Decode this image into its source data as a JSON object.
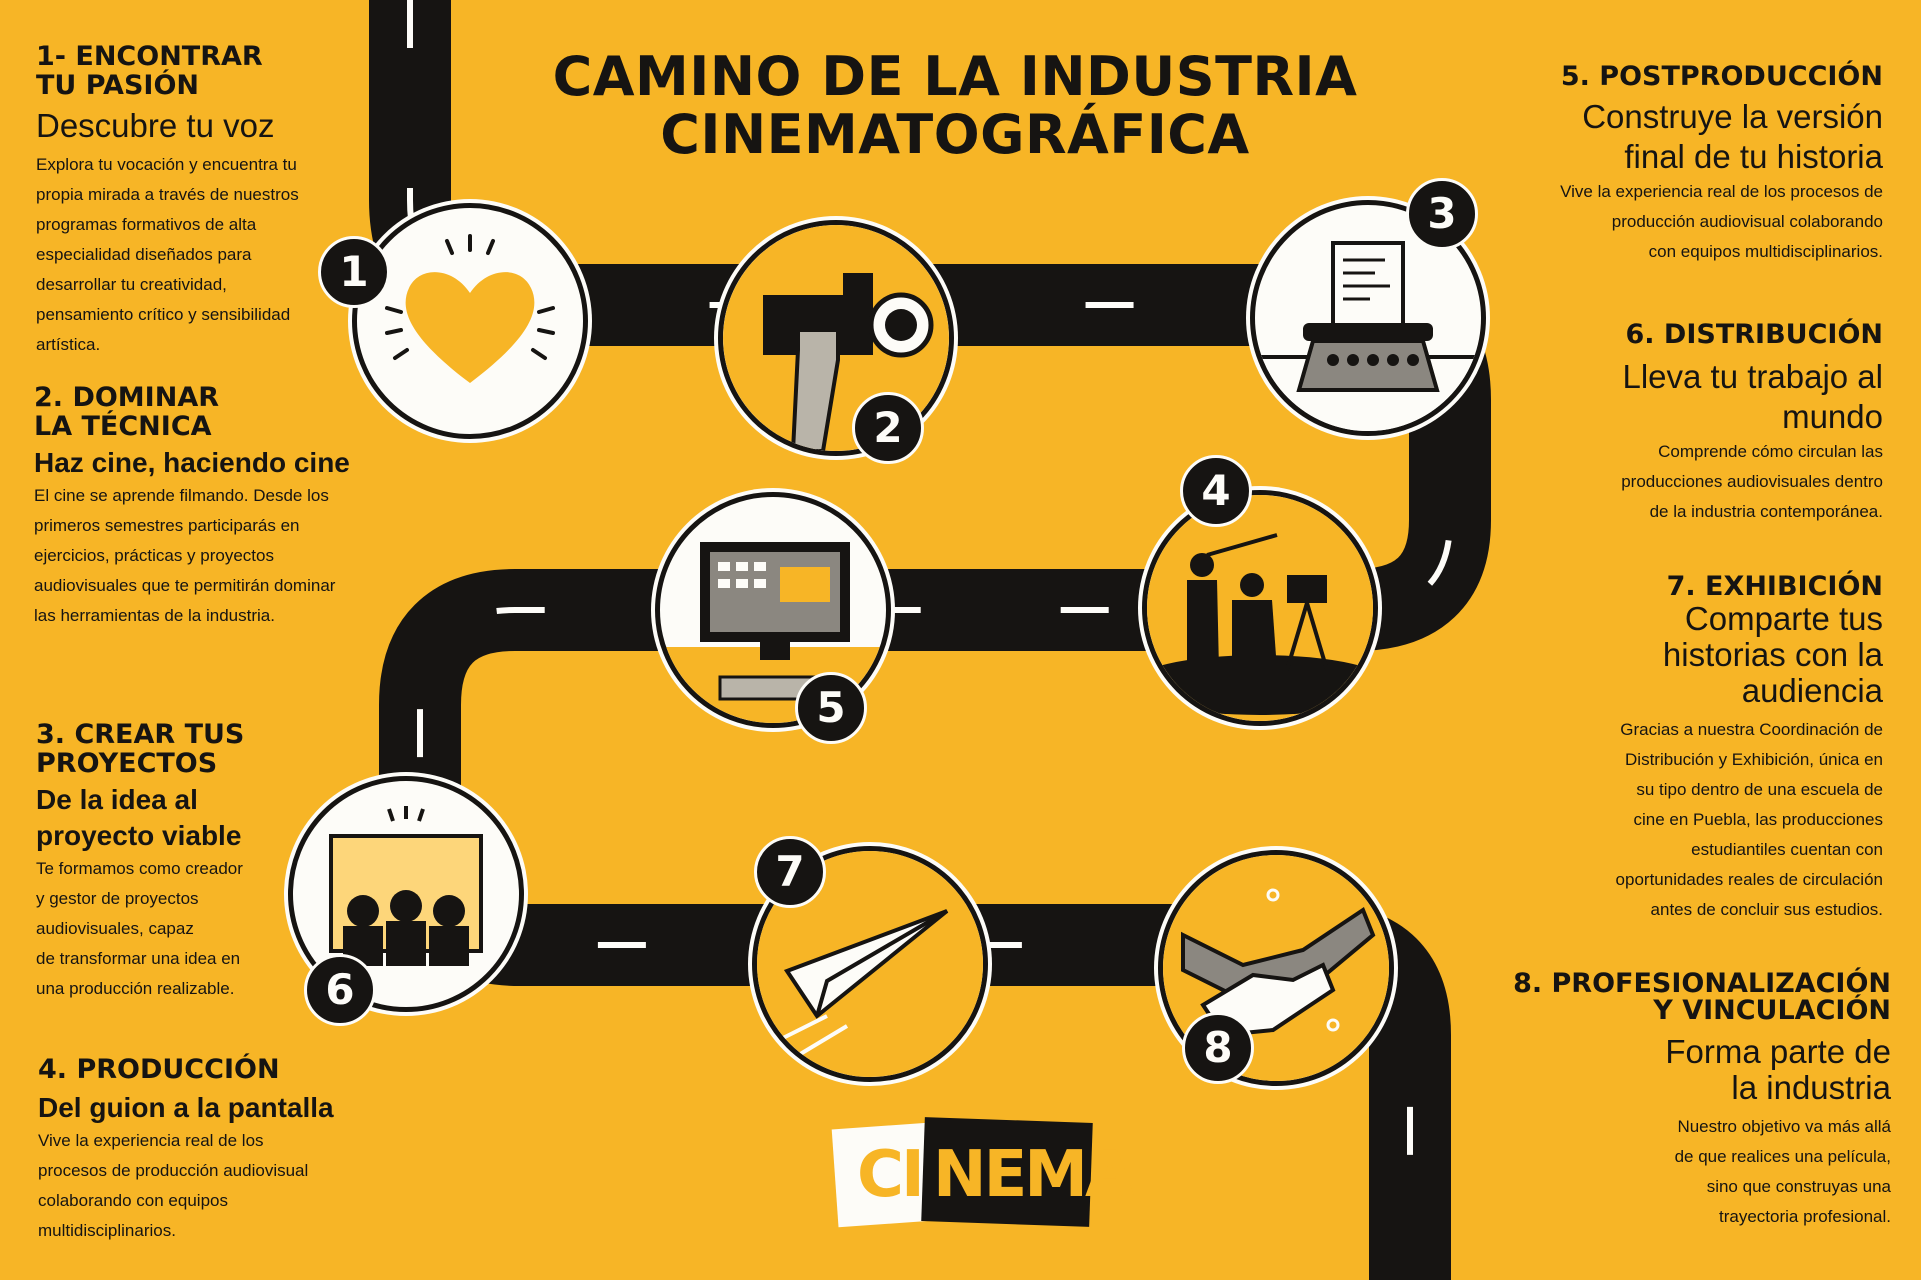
{
  "colors": {
    "background": "#f7b526",
    "road": "#161412",
    "circle": "#fdfcf8",
    "accent": "#f7b526"
  },
  "title": {
    "line1": "CAMINO DE LA INDUSTRIA",
    "line2": "CINEMATOGRÁFICA"
  },
  "steps": [
    {
      "number": "1",
      "heading_line1": "1- ENCONTRAR",
      "heading_line2": "TU PASIÓN",
      "subtitle": "Descubre tu voz",
      "lines": [
        "Explora tu vocación y encuentra tu",
        "propia mirada a través de nuestros",
        "programas formativos de alta",
        "especialidad diseñados para",
        "desarrollar tu creatividad,",
        "pensamiento crítico y sensibilidad",
        "artística."
      ],
      "icon": "heart-icon"
    },
    {
      "number": "2",
      "heading_line1": "2. DOMINAR",
      "heading_line2": "LA TÉCNICA",
      "subtitle": "Haz cine, haciendo cine",
      "lines": [
        "El cine se aprende filmando. Desde los",
        "primeros semestres participarás en",
        "ejercicios, prácticas y proyectos",
        "audiovisuales que te permitirán dominar",
        "las herramientas de la industria."
      ],
      "icon": "video-camera-icon"
    },
    {
      "number": "3",
      "heading_line1": "3. CREAR TUS",
      "heading_line2": "PROYECTOS",
      "subtitle_line1": "De la idea al",
      "subtitle_line2": "proyecto viable",
      "lines": [
        "Te formamos como creador",
        " y gestor de proyectos",
        "audiovisuales, capaz",
        "de transformar una idea en",
        "una producción realizable."
      ],
      "icon": "typewriter-icon"
    },
    {
      "number": "4",
      "heading": "4. PRODUCCIÓN",
      "subtitle": "Del guion a la pantalla",
      "lines": [
        "Vive la experiencia real de los",
        "procesos de producción audiovisual",
        "colaborando con equipos",
        "multidisciplinarios."
      ],
      "icon": "film-crew-icon"
    },
    {
      "number": "5",
      "heading": "5. POSTPRODUCCIÓN",
      "subtitle_line1": "Construye la versión",
      "subtitle_line2": "final de tu historia",
      "lines": [
        "Vive la experiencia real de los procesos de",
        "producción audiovisual colaborando",
        "con equipos multidisciplinarios."
      ],
      "icon": "editing-monitor-icon"
    },
    {
      "number": "6",
      "heading": "6. DISTRIBUCIÓN",
      "subtitle_line1": "Lleva tu trabajo al",
      "subtitle_line2": "mundo",
      "lines": [
        "Comprende cómo circulan las",
        "producciones audiovisuales dentro",
        "de la industria contemporánea."
      ],
      "icon": "audience-screen-icon"
    },
    {
      "number": "7",
      "heading": "7. EXHIBICIÓN",
      "subtitle_line1": "Comparte tus",
      "subtitle_line2": "historias con la",
      "subtitle_line3": "audiencia",
      "lines": [
        "Gracias a nuestra Coordinación de",
        "Distribución y Exhibición, única en",
        "su tipo dentro de una escuela de",
        "cine en Puebla, las producciones",
        "estudiantiles cuentan con",
        "oportunidades reales de circulación",
        "antes de concluir sus estudios."
      ],
      "icon": "paper-plane-icon"
    },
    {
      "number": "8",
      "heading_line1": "8. PROFESIONALIZACIÓN",
      "heading_line2": "Y VINCULACIÓN",
      "subtitle_line1": "Forma parte de",
      "subtitle_line2": "la industria",
      "lines": [
        "Nuestro objetivo va más allá",
        "de que realices una película,",
        "sino que construyas una",
        "trayectoria profesional."
      ],
      "icon": "handshake-icon"
    }
  ],
  "logo": {
    "part1": "CI",
    "part2": "NEMA"
  }
}
